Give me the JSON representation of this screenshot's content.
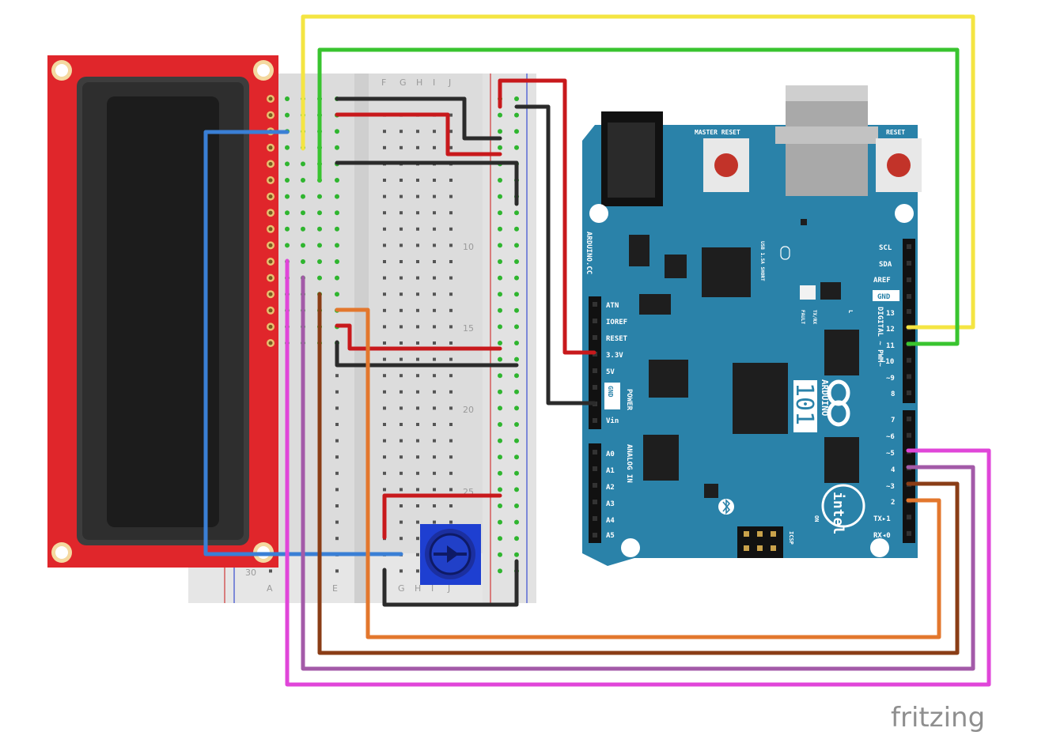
{
  "diagram": {
    "watermark": "fritzing",
    "arduino": {
      "board_name": "ARDUINO",
      "board_number": "101",
      "brand": "intel",
      "site": "ARDUINO.CC",
      "master_reset": "MASTER RESET",
      "reset": "RESET",
      "usb_label": "USB 1.5A SHORT",
      "fault_label": "FAULT",
      "txrx_label": "TX/RX",
      "l_label": "L",
      "on_label": "ON",
      "icsp_label": "ICSP",
      "power_header": "POWER",
      "analog_header": "ANALOG IN",
      "digital_header": "DIGITAL ~ PWM~",
      "power_pins": [
        "ATN",
        "IOREF",
        "RESET",
        "3.3V",
        "5V",
        "GND",
        "GND",
        "Vin"
      ],
      "analog_pins": [
        "A0",
        "A1",
        "A2",
        "A3",
        "A4",
        "A5"
      ],
      "top_pins": [
        "SCL",
        "SDA",
        "AREF",
        "GND"
      ],
      "digital_pins_high": [
        "13",
        "12",
        "11",
        "~10",
        "~9",
        "8"
      ],
      "digital_pins_low": [
        "7",
        "~6",
        "~5",
        "4",
        "~3",
        "2",
        "TX▸1",
        "RX◂0"
      ]
    },
    "breadboard": {
      "col_letters_top": [
        "F",
        "G",
        "H",
        "I",
        "J"
      ],
      "col_letters_bottom_left": [
        "A",
        "E"
      ],
      "col_letters_bottom_right": [
        "G",
        "H",
        "I",
        "J"
      ],
      "row_numbers": [
        "10",
        "15",
        "20",
        "25",
        "30"
      ]
    },
    "wire_colors": {
      "yellow": "#f4e542",
      "green": "#39c42f",
      "blue": "#3a7fd5",
      "red": "#c8191c",
      "black": "#2b2b2b",
      "orange": "#e3772d",
      "brown": "#8a3d16",
      "purple": "#a35aa8",
      "magenta": "#e046d9"
    },
    "part_colors": {
      "lcd_board": "#e0262b",
      "lcd_screen": "#1c1c1c",
      "arduino_board": "#2a82a9",
      "potentiometer": "#1e3fd1"
    }
  }
}
